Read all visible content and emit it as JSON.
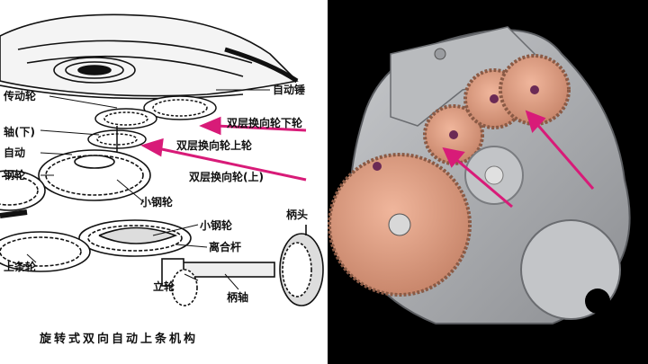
{
  "left_diagram": {
    "labels": {
      "auto_top": "自动锤",
      "reversing_lower": "双层换向轮下轮",
      "reversing_upper": "双层换向轮上轮",
      "reversing_upper_alt": "双层换向轮(上)",
      "gear_left": "传动轮",
      "axle_lower": "轴(下)",
      "auto_left": "自动",
      "steel_left": "钢轮",
      "small_steel": "小钢轮",
      "small_steel_lever": "小钢轮",
      "clutch_lever": "离合杆",
      "crown": "柄头",
      "mainspring_left": "上条轮",
      "vertical_wheel": "立轮",
      "stem": "柄轴"
    },
    "caption": "旋转式双向自动上条机构"
  },
  "colors": {
    "arrow": "#d81b78",
    "plate": "#aeb0b3",
    "copper": "#d9967a",
    "background_right": "#000000"
  }
}
